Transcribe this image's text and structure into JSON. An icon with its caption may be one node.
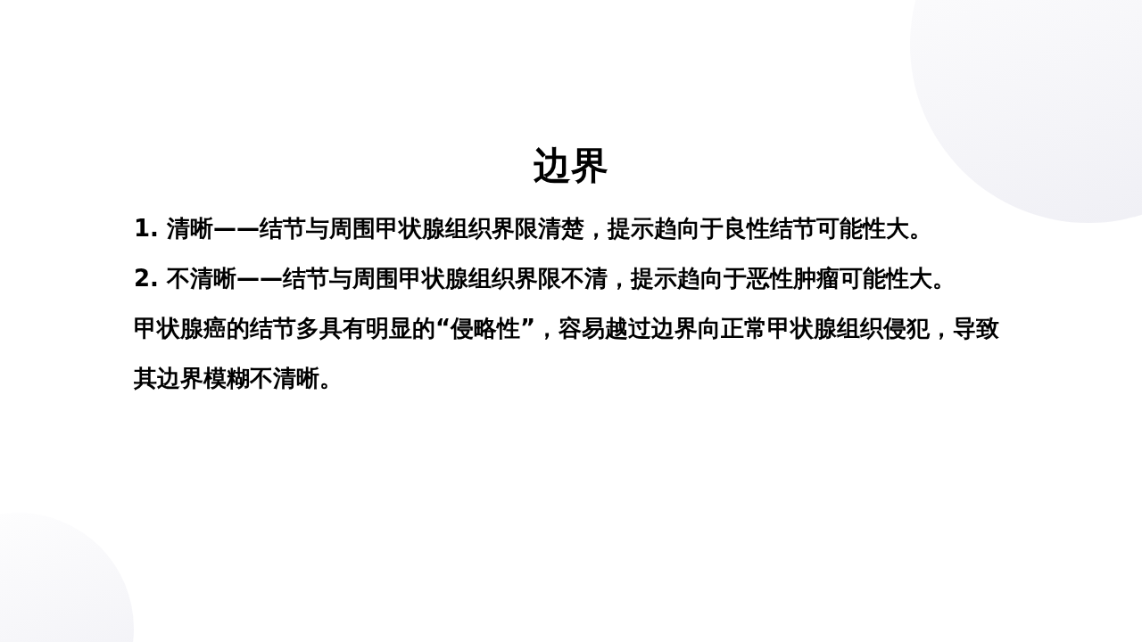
{
  "diagram": {
    "title": "边界",
    "labels": [
      "1. 清晰——结节与周围甲状腺组织界限清楚，提示趋向于良性结节可能性大。",
      "2. 不清晰——结节与周围甲状腺组织界限不清，提示趋向于恶性肿瘤可能性大。",
      "甲状腺癌的结节多具有明显的“侵略性”，容易越过边界向正常甲状腺组织侵犯，导致其边界模糊不清晰。"
    ]
  }
}
